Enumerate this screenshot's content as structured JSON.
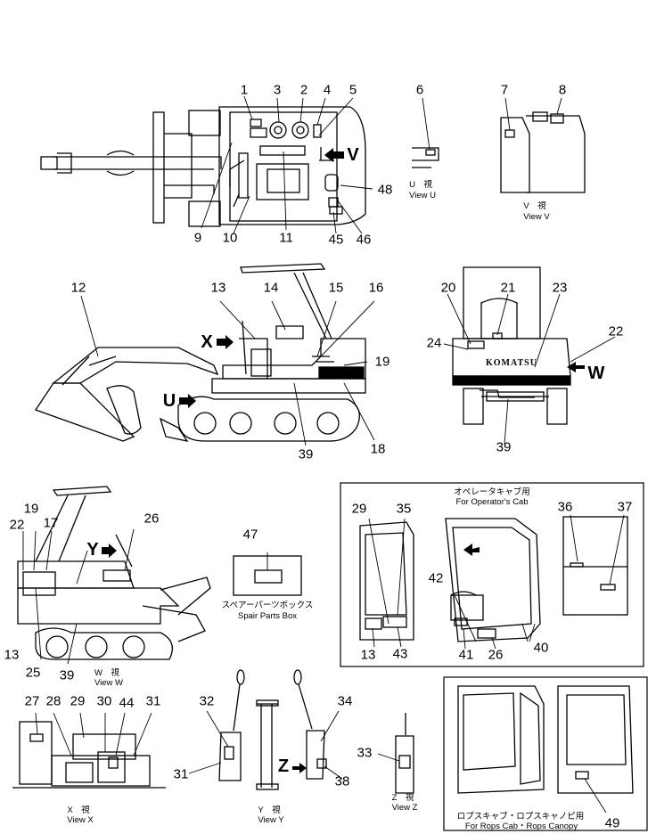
{
  "callouts": [
    "1",
    "2",
    "3",
    "4",
    "5",
    "6",
    "7",
    "8",
    "9",
    "10",
    "11",
    "12",
    "13",
    "14",
    "15",
    "16",
    "17",
    "18",
    "19",
    "20",
    "21",
    "22",
    "23",
    "24",
    "25",
    "26",
    "27",
    "28",
    "29",
    "30",
    "31",
    "32",
    "33",
    "34",
    "35",
    "36",
    "37",
    "38",
    "39",
    "40",
    "41",
    "42",
    "43",
    "44",
    "45",
    "46",
    "47",
    "48",
    "49"
  ],
  "view_letters": {
    "v": "V",
    "x": "X",
    "u": "U",
    "w": "W",
    "y": "Y",
    "z": "Z"
  },
  "captions": {
    "view_u_jp": "U　視",
    "view_u": "View  U",
    "view_v_jp": "V　視",
    "view_v": "View  V",
    "view_w_jp": "W　視",
    "view_w": "View  W",
    "view_x_jp": "X　視",
    "view_x": "View  X",
    "view_y_jp": "Y　視",
    "view_y": "View  Y",
    "view_z_jp": "Z　視",
    "view_z": "View  Z",
    "spare_jp": "スペアーパーツボックス",
    "spare": "Spair Parts Box",
    "op_cab_jp": "オペレータキャブ用",
    "op_cab": "For Operator's Cab",
    "rops_jp": "ロプスキャブ・ロプスキャノピ用",
    "rops": "For Rops Cab・Rops Canopy"
  },
  "brand_logo": "KOMATSU"
}
